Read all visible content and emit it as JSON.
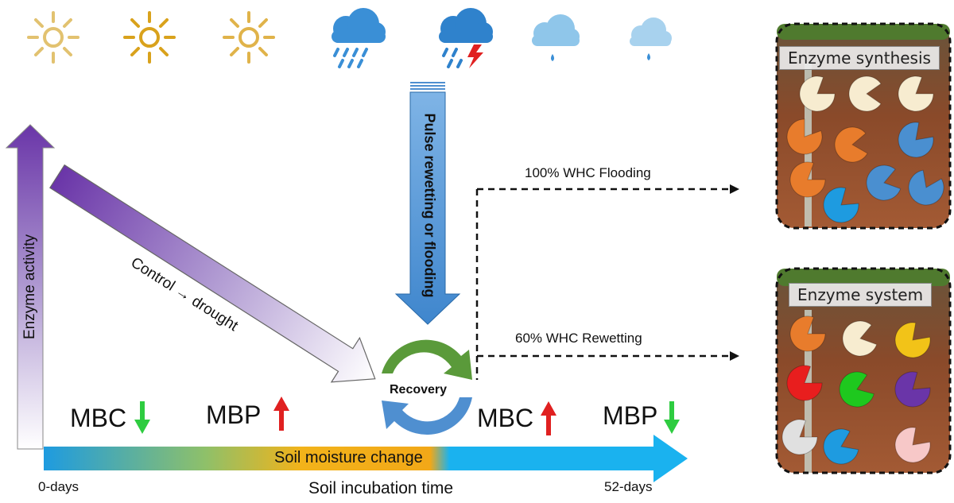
{
  "axes": {
    "y_label": "Enzyme activity",
    "x_bar_label": "Soil moisture change",
    "x_label": "Soil incubation time",
    "x_start": "0-days",
    "x_end": "52-days"
  },
  "arrows": {
    "drought": "Control → drought",
    "pulse": "Pulse rewetting or flooding",
    "recovery": "Recovery",
    "flooding": "100% WHC Flooding",
    "rewetting": "60% WHC Rewetting"
  },
  "indicators": [
    {
      "label": "MBC",
      "direction": "down",
      "color": "#2ecc40"
    },
    {
      "label": "MBP",
      "direction": "up",
      "color": "#e02020"
    },
    {
      "label": "MBC",
      "direction": "up",
      "color": "#e02020"
    },
    {
      "label": "MBP",
      "direction": "down",
      "color": "#2ecc40"
    }
  ],
  "weather_icons": [
    "sun-icon",
    "sun-icon",
    "sun-icon",
    "rain-cloud-icon",
    "storm-cloud-icon",
    "drizzle-cloud-icon",
    "drizzle-cloud-icon"
  ],
  "panels": {
    "synthesis": {
      "title": "Enzyme synthesis",
      "pacmen": [
        "#f7ecd0",
        "#f7ecd0",
        "#f7ecd0",
        "#e87c2c",
        "#e87c2c",
        "#4a8fd0",
        "#e87c2c",
        "#4a8fd0",
        "#4a8fd0",
        "#1e9be0"
      ]
    },
    "system": {
      "title": "Enzyme system",
      "pacmen": [
        "#e87c2c",
        "#f7ecd0",
        "#f2c318",
        "#e81e1e",
        "#1ec81e",
        "#6a35a8",
        "#e0e0e0",
        "#1e9be0",
        "#f7c8c8"
      ]
    }
  },
  "colors": {
    "sun": "#e2b230",
    "rain_cloud": "#3a8fd6",
    "light_cloud": "#8fc6ea",
    "drought_arrow": "#6a35a8",
    "pulse_arrow": "#4f8fd0",
    "soil_gradient": [
      "#1e9be0",
      "#f2b31a",
      "#1ab2ef"
    ]
  }
}
